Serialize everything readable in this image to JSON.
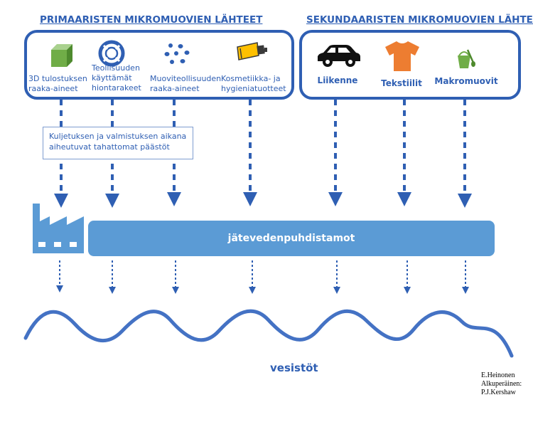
{
  "primary": {
    "heading": "PRIMAARISTEN MIKROMUOVIEN LÄHTEET",
    "items": [
      {
        "line1": "3D tulostuksen",
        "line2": "raaka-aineet",
        "icon": "cube-icon"
      },
      {
        "line1": "Teollisuuden",
        "line2": "käyttämät",
        "line3": "hiontarakeet",
        "icon": "lifebuoy-icon"
      },
      {
        "line1": "Muoviteollisuuden",
        "line2": "raaka-aineet",
        "icon": "pellets-icon"
      },
      {
        "line1": "Kosmetiikka- ja",
        "line2": "hygieniatuotteet",
        "icon": "tube-icon"
      }
    ]
  },
  "secondary": {
    "heading": "SEKUNDAARISTEN MIKROMUOVIEN LÄHTEET",
    "items": [
      {
        "label": "Liikenne",
        "icon": "car-icon"
      },
      {
        "label": "Tekstiilit",
        "icon": "tshirt-icon"
      },
      {
        "label": "Makromuovit",
        "icon": "bucket-spade-icon"
      }
    ]
  },
  "note": {
    "line1": "Kuljetuksen ja valmistuksen aikana",
    "line2": "aiheutuvat tahattomat päästöt"
  },
  "treatment": {
    "label": "jätevedenpuhdistamot",
    "icon": "factory-icon"
  },
  "water": {
    "label": "vesistöt"
  },
  "credit": {
    "line1": "E.Heinonen",
    "line2": "Alkuperäinen:",
    "line3": "P.J.Kershaw"
  },
  "colors": {
    "primary": "#2f5fb3",
    "bar": "#5b9bd5",
    "cube": "#70ad47",
    "shirt": "#ed7d31"
  }
}
